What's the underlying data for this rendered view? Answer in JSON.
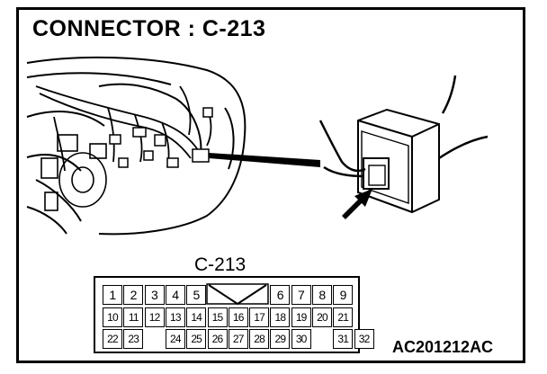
{
  "header": {
    "title": "CONNECTOR : C-213"
  },
  "connector": {
    "label": "C-213",
    "pins": [
      "1",
      "2",
      "3",
      "4",
      "5",
      "6",
      "7",
      "8",
      "9",
      "10",
      "11",
      "12",
      "13",
      "14",
      "15",
      "16",
      "17",
      "18",
      "19",
      "20",
      "21",
      "22",
      "23",
      "24",
      "25",
      "26",
      "27",
      "28",
      "29",
      "30",
      "31",
      "32"
    ]
  },
  "footer": {
    "code": "AC201212AC"
  },
  "icons": {
    "arrow": "arrow-icon",
    "key": "connector-key-icon"
  }
}
